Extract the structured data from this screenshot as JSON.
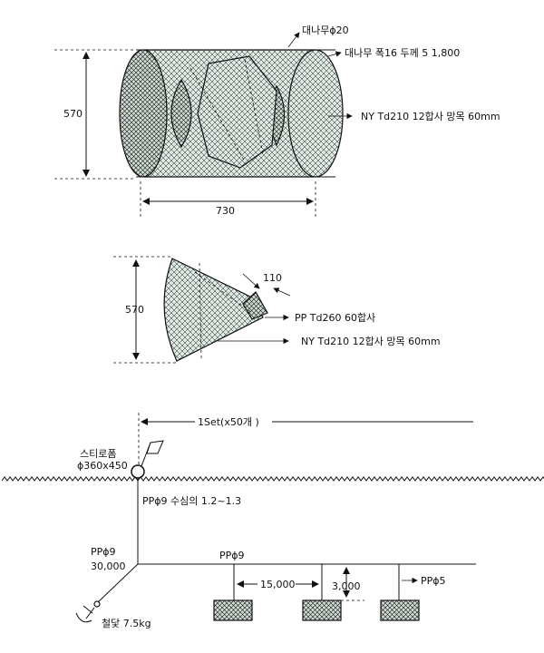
{
  "trap": {
    "label_bamboo_diameter": "대나무ϕ20",
    "label_bamboo_strip": "대나무  폭16  두께 5  1,800",
    "label_net_body": "NY Td210 12합사 망목 60mm",
    "dim_height": "570",
    "dim_length": "730"
  },
  "funnel": {
    "dim_height": "570",
    "dim_opening": "110",
    "label_pp": "PP Td260 60합사",
    "label_ny": "NY Td210 12합사 망목 60mm"
  },
  "rig": {
    "label_set": "1Set(x50개 )",
    "label_float_name": "스티로폼",
    "label_float_size": "ϕ360x450",
    "label_pp9_depth": "PPϕ9 수심의 1.2~1.3",
    "label_pp9_rope": "PPϕ9",
    "label_pp9_length": "30,000",
    "label_mainline": "PPϕ9",
    "label_spacing": "15,000",
    "label_branch_len": "3,000",
    "label_branch_rope": "PPϕ5",
    "label_anchor": "철닻 7.5kg"
  }
}
